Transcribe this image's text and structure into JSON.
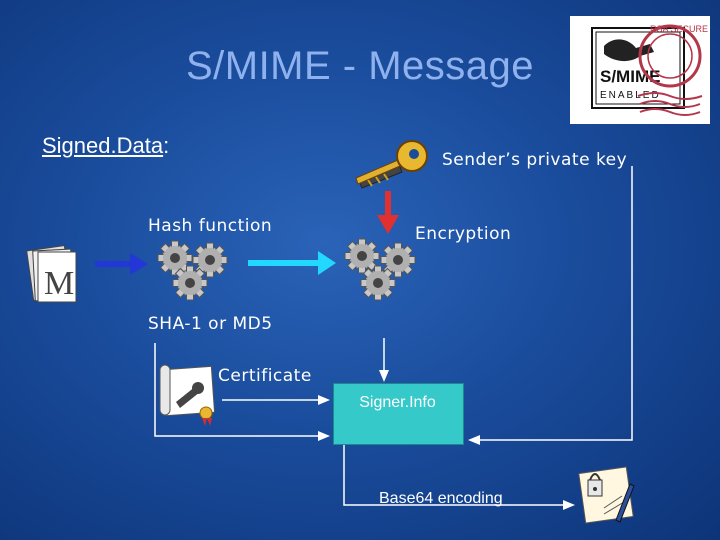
{
  "slide": {
    "title": "S/MIME - Message",
    "subtitle_main": "Signed.Data",
    "subtitle_colon": ":"
  },
  "diagram": {
    "sender_private_key": "Sender’s private key",
    "hash_function": "Hash function",
    "encryption": "Encryption",
    "hash_algorithms": "SHA-1 or MD5",
    "certificate": "Certificate",
    "signer_info": "Signer.Info",
    "base64": "Base64 encoding",
    "message_letter": "M"
  },
  "logo": {
    "main": "S/MIME",
    "sub": "ENABLED",
    "stamp": "RSA SECURE"
  },
  "colors": {
    "background": "#1a4c9c",
    "title": "#8fb2ee",
    "signer_box": "#36c9c9",
    "arrow_blue": "#2237d6",
    "arrow_cyan": "#22d8ff",
    "arrow_red": "#e03030",
    "connector": "#ffffff"
  },
  "icons": [
    "message-document-icon",
    "gears-icon",
    "key-icon",
    "certificate-icon",
    "signed-document-icon"
  ]
}
